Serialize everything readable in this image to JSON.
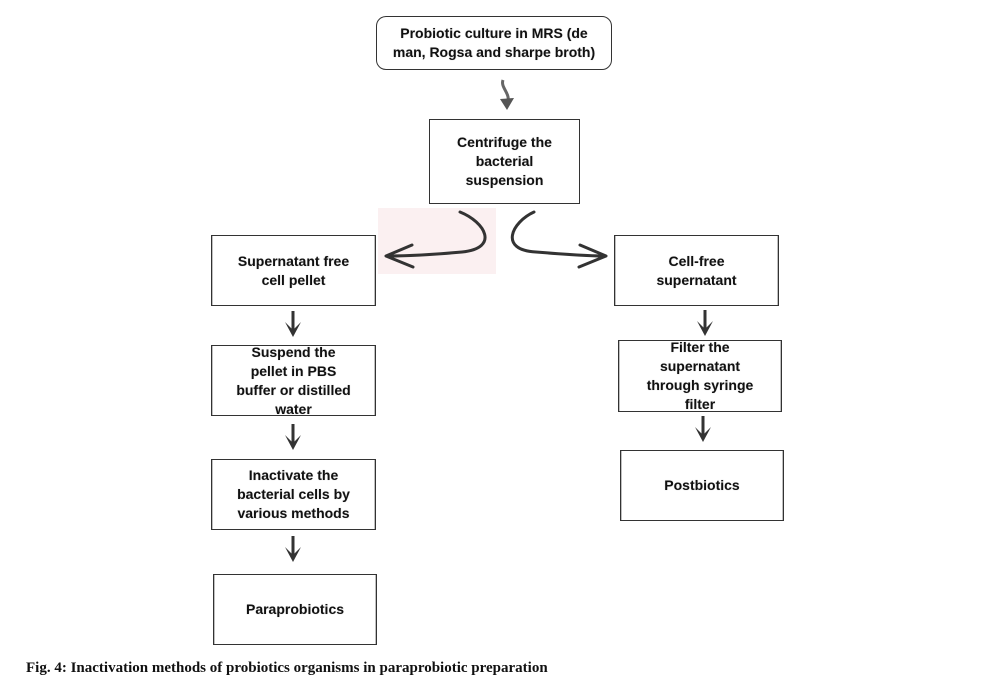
{
  "nodes": {
    "start": "Probiotic culture in MRS (de man, Rogsa and sharpe broth)",
    "centrifuge": "Centrifuge the bacterial suspension",
    "pellet": "Supernatant free cell pellet",
    "suspend": "Suspend the pellet in PBS buffer or distilled water",
    "inactivate": "Inactivate the bacterial cells by various methods",
    "paraprobiotics": "Paraprobiotics",
    "supernatant": "Cell-free supernatant",
    "filter": "Filter the supernatant through syringe filter",
    "postbiotics": "Postbiotics"
  },
  "caption": "Fig. 4: Inactivation methods of probiotics organisms in paraprobiotic preparation",
  "colors": {
    "stroke": "#333333",
    "arrow_gray": "#666666",
    "highlight": "#fbf0f1"
  }
}
